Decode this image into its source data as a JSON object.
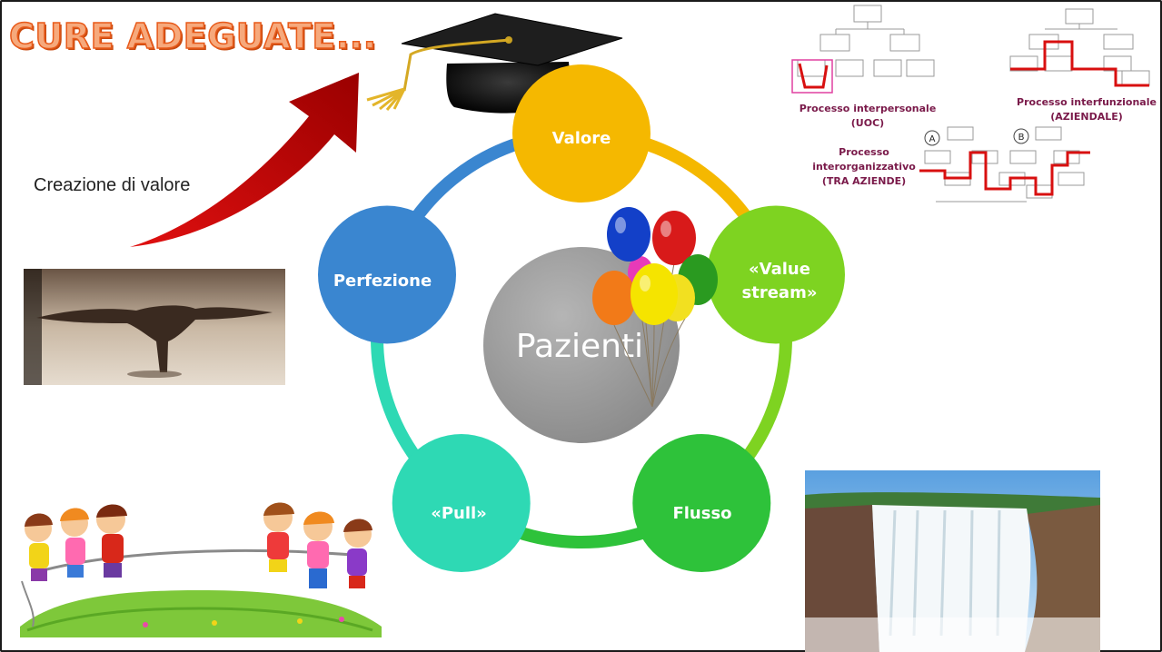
{
  "title": "CURE ADEGUATE...",
  "caption": "Creazione di valore",
  "diagram": {
    "center": "Pazienti",
    "nodes": [
      {
        "line1": "Valore",
        "line2": "",
        "color": "#f5b800"
      },
      {
        "line1": "«Value",
        "line2": "stream»",
        "color": "#7ed321"
      },
      {
        "line1": "Flusso",
        "line2": "",
        "color": "#2ec23a"
      },
      {
        "line1": "«Pull»",
        "line2": "",
        "color": "#2ed9b4"
      },
      {
        "line1": "Perfezione",
        "line2": "",
        "color": "#3a86d0"
      }
    ]
  },
  "process_panel": {
    "label1a": "Processo interpersonale",
    "label1b": "(UOC)",
    "label2a": "Processo interfunzionale",
    "label2b": "(AZIENDALE)",
    "label3a": "Processo",
    "label3b": "interorganizzativo",
    "label3c": "(TRA AZIENDE)",
    "marker_a": "A",
    "marker_b": "B"
  },
  "colors": {
    "arrow": "#c80000",
    "title_fill": "#f6a97c",
    "title_stroke": "#e85a1a",
    "process_line": "#d81010"
  },
  "images": [
    "graduation-cap",
    "balloons",
    "balance-sculpture",
    "tug-of-war-kids",
    "waterfall"
  ]
}
